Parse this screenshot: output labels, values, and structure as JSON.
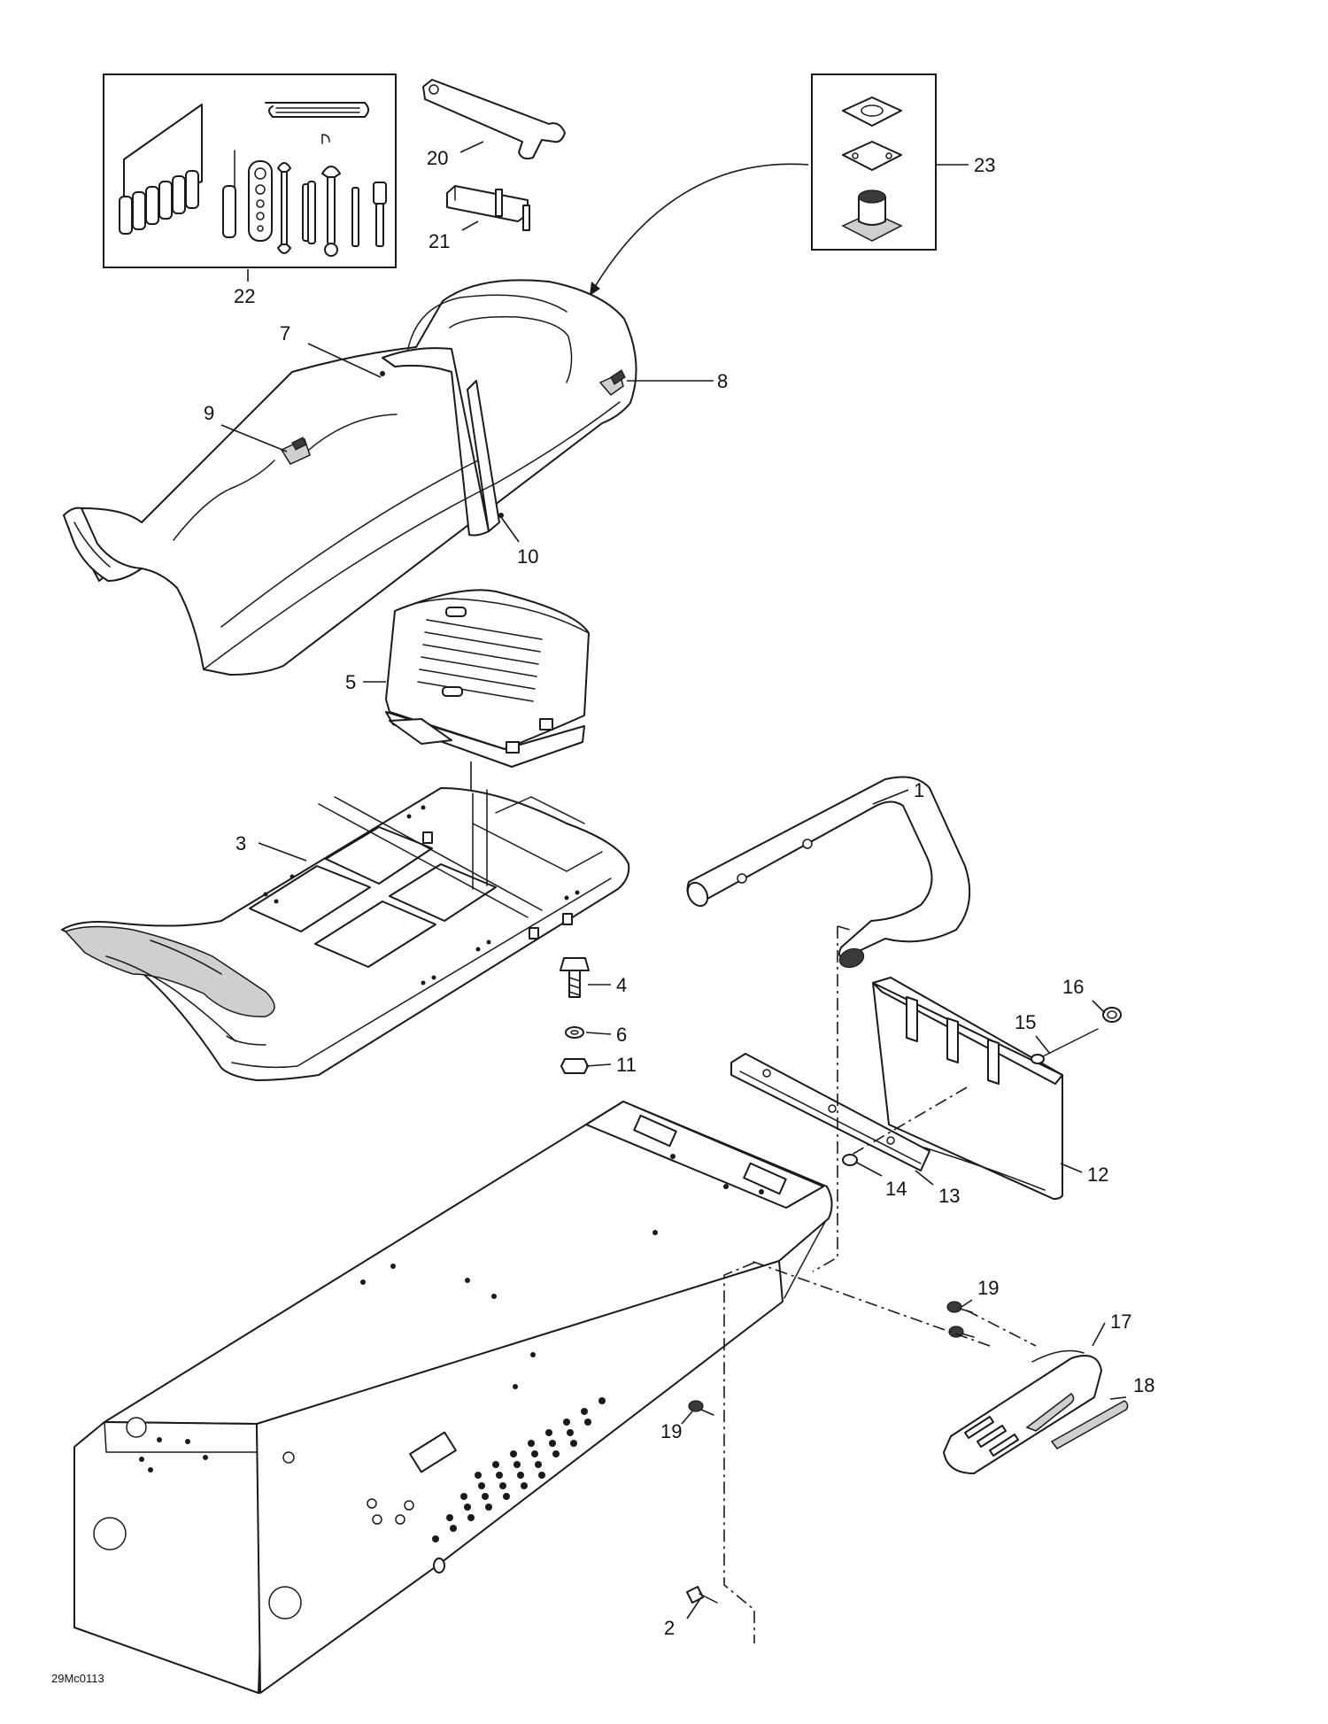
{
  "drawing_code": "29Mc0113",
  "callouts": {
    "c1": "1",
    "c2": "2",
    "c3": "3",
    "c4": "4",
    "c5": "5",
    "c6": "6",
    "c7": "7",
    "c8": "8",
    "c9": "9",
    "c10": "10",
    "c11": "11",
    "c12": "12",
    "c13": "13",
    "c14": "14",
    "c15": "15",
    "c16": "16",
    "c17": "17",
    "c18": "18",
    "c19a": "19",
    "c19b": "19",
    "c20": "20",
    "c21": "21",
    "c22": "22",
    "c23": "23"
  },
  "colors": {
    "line": "#1a1a1a",
    "background": "#ffffff",
    "shade": "#cfcfcf"
  }
}
